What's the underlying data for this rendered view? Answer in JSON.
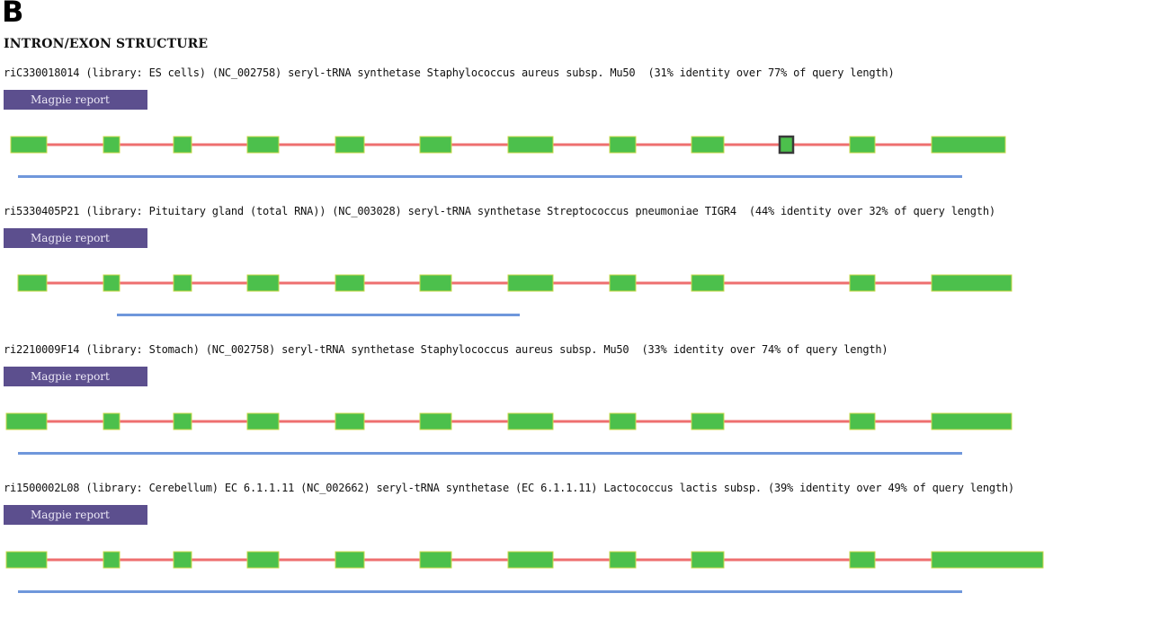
{
  "figure": {
    "panel_letter": "B",
    "section_title": "INTRON/EXON STRUCTURE"
  },
  "colors": {
    "exon": "#4cc04c",
    "exon_edge": "#c9d84a",
    "intron": "#ee6f6f",
    "alignment": "#6f97db",
    "button_bg": "#5c4f8e",
    "highlight_exon_border": "#3a3a3a"
  },
  "entries": [
    {
      "description": "riC330018014 (library: ES cells) (NC_002758) seryl-tRNA synthetase Staphylococcus aureus subsp. Mu50  (31% identity over 77% of query length)",
      "button_label": "Magpie report",
      "highlighted_exon": 9
    },
    {
      "description": "ri5330405P21 (library: Pituitary gland (total RNA)) (NC_003028) seryl-tRNA synthetase Streptococcus pneumoniae TIGR4  (44% identity over 32% of query length)",
      "button_label": "Magpie report",
      "highlighted_exon": null
    },
    {
      "description": "ri2210009F14 (library: Stomach) (NC_002758) seryl-tRNA synthetase Staphylococcus aureus subsp. Mu50  (33% identity over 74% of query length)",
      "button_label": "Magpie report",
      "highlighted_exon": null
    },
    {
      "description": "ri1500002L08 (library: Cerebellum) EC 6.1.1.11 (NC_002662) seryl-tRNA synthetase (EC 6.1.1.11) Lactococcus lactis subsp. (39% identity over 49% of query length)",
      "button_label": "Magpie report",
      "highlighted_exon": null
    }
  ]
}
